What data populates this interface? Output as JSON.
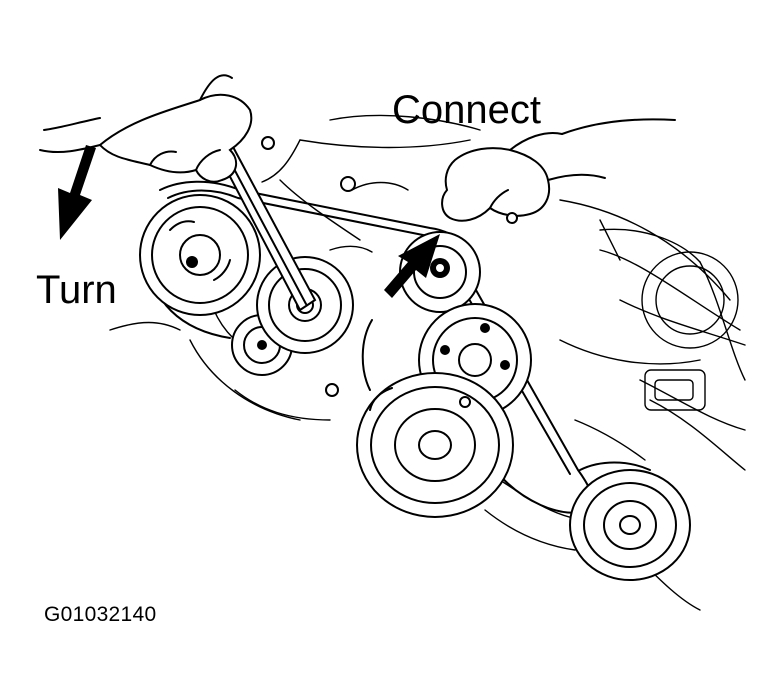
{
  "labels": {
    "connect": "Connect",
    "turn": "Turn",
    "figure_id": "G01032140"
  },
  "arrows": {
    "turn_direction": "down-left",
    "connect_direction": "up-right"
  },
  "colors": {
    "ink": "#000000",
    "paper": "#ffffff"
  }
}
